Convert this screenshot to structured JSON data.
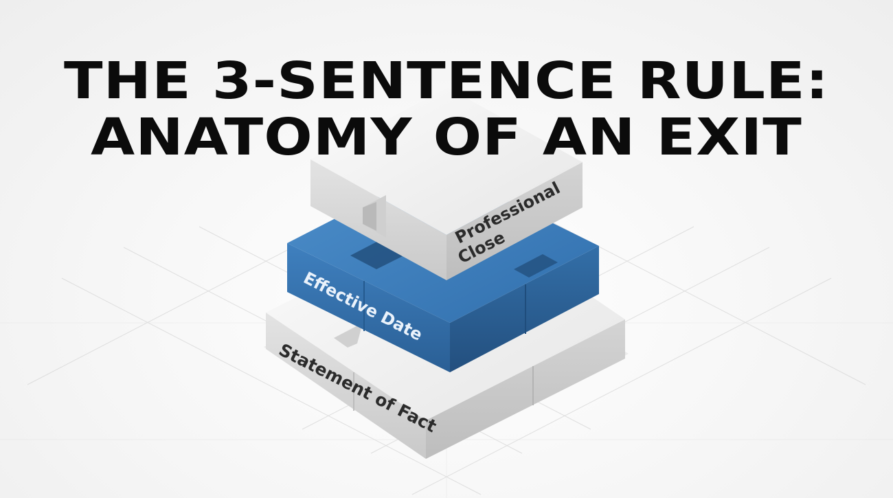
{
  "title": {
    "line1": "THE 3-SENTENCE RULE:",
    "line2": "ANATOMY OF AN EXIT"
  },
  "layers": {
    "top": {
      "label_line1": "Professional",
      "label_line2": "Close"
    },
    "middle": {
      "label": "Effective Date"
    },
    "bottom": {
      "label": "Statement of Fact"
    }
  },
  "colors": {
    "background": "#f7f7f7",
    "title": "#0b0b0b",
    "grey_block_top": "#f2f2f2",
    "grey_block_side": "#d9d9d9",
    "blue_block_top": "#3e7fbd",
    "blue_block_side": "#2d669f",
    "label_grey": "#2b2b2b",
    "label_blue": "#eaf2fb"
  }
}
